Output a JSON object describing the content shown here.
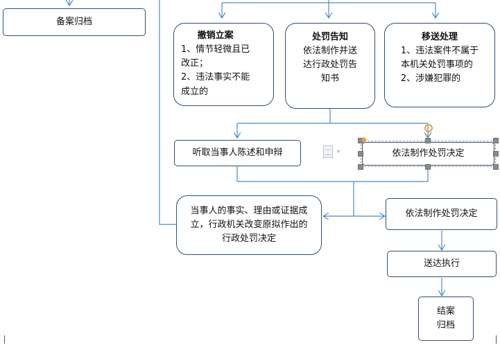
{
  "diagram": {
    "nodes": {
      "archive_top": {
        "lines": [
          "备案归档"
        ]
      },
      "revoke": {
        "title": "撤销立案",
        "lines": [
          "1、情节轻微且已",
          "改正；",
          "2、违法事实不能",
          "成立的"
        ]
      },
      "notify": {
        "title": "处罚告知",
        "lines": [
          "依法制作并送",
          "达行政处罚告",
          "知书"
        ]
      },
      "transfer": {
        "title": "移送处理",
        "lines": [
          "1、违法案件不属于",
          "本机关处罚事项的",
          "2、涉嫌犯罪的"
        ]
      },
      "hearing": {
        "lines": [
          "听取当事人陈述和申辩"
        ]
      },
      "decision_selected": {
        "lines": [
          "依法制作处罚决定"
        ]
      },
      "reconsider": {
        "lines": [
          "当事人的事实、理由或证据成",
          "立，行政机关改变原拟作出的",
          "行政处罚决定"
        ]
      },
      "decision": {
        "lines": [
          "依法制作处罚决定"
        ]
      },
      "deliver": {
        "lines": [
          "送达执行"
        ]
      },
      "close": {
        "lines": [
          "结案",
          "归档"
        ]
      }
    }
  },
  "colors": {
    "arrow": "#4a8ac4",
    "border": "#2f4f6f",
    "handle_rotate": "#e8a33d"
  },
  "icons": [
    "document-icon",
    "dropdown-caret-icon",
    "rotate-handle-icon"
  ]
}
